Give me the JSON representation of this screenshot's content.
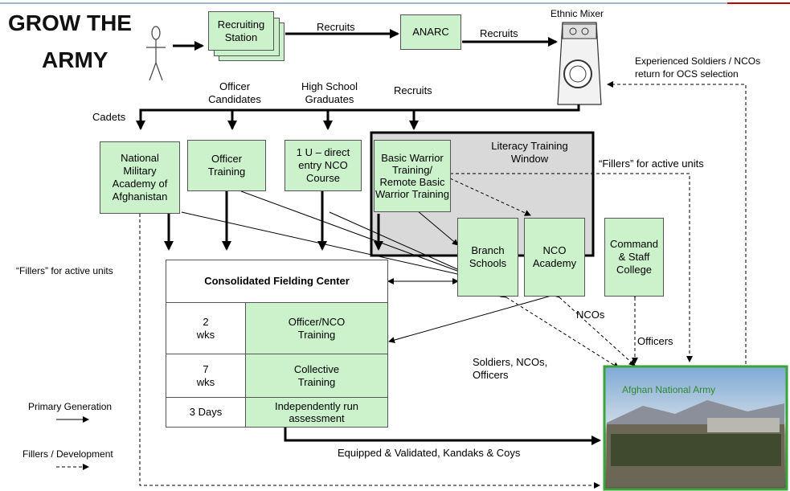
{
  "title": {
    "line1": "GROW THE",
    "line2": "ARMY"
  },
  "boxes": {
    "recruiting_station": "Recruiting Station",
    "anarc": "ANARC",
    "nmaa": "National Military Academy of Afghanistan",
    "officer_training": "Officer Training",
    "nco_course": "1 U – direct entry NCO Course",
    "basic_warrior": "Basic Warrior Training/ Remote Basic Warrior Training",
    "branch_schools": "Branch Schools",
    "nco_academy": "NCO Academy",
    "command_staff": "Command & Staff College"
  },
  "literacy_window": "Literacy Training Window",
  "fielding_center": {
    "title": "Consolidated Fielding Center",
    "rows": [
      {
        "duration": "2 wks",
        "activity": "Officer/NCO Training"
      },
      {
        "duration": "7 wks",
        "activity": "Collective Training"
      },
      {
        "duration": "3 Days",
        "activity": "Independently run assessment"
      }
    ]
  },
  "labels": {
    "recruits_1": "Recruits",
    "recruits_2": "Recruits",
    "recruits_3": "Recruits",
    "ethnic_mixer": "Ethnic Mixer",
    "experienced": "Experienced Soldiers / NCOs return for OCS selection",
    "officer_candidates": "Officer Candidates",
    "high_school": "High School Graduates",
    "cadets": "Cadets",
    "fillers_right": "“Fillers” for active units",
    "fillers_left": "“Fillers” for active units",
    "ncos": "NCOs",
    "officers": "Officers",
    "soldiers": "Soldiers, NCOs, Officers",
    "equipped": "Equipped & Validated, Kandaks & Coys",
    "ana": "Afghan National Army"
  },
  "legend": {
    "primary": "Primary Generation",
    "fillers": "Fillers / Development"
  },
  "colors": {
    "box_fill": "#ccf2cc",
    "window_fill": "#d9d9d9",
    "ana_border": "#3aa33a"
  }
}
